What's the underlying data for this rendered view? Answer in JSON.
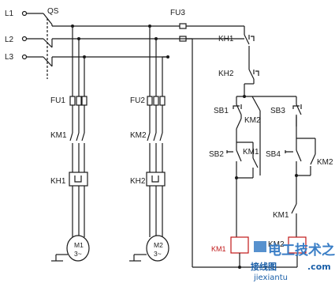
{
  "labels": {
    "L1": "L1",
    "L2": "L2",
    "L3": "L3",
    "QS": "QS",
    "FU3": "FU3",
    "FU1": "FU1",
    "FU2": "FU2",
    "KM1_main": "KM1",
    "KM2_main": "KM2",
    "KH1_main": "KH1",
    "KH2_main": "KH2",
    "M1": "M1",
    "M2": "M2",
    "phase": "3~",
    "KH1_ctl": "KH1",
    "KH2_ctl": "KH2",
    "SB1": "SB1",
    "SB3": "SB3",
    "SB2": "SB2",
    "SB4": "SB4",
    "KM2_nc": "KM2",
    "KM1_no": "KM1",
    "KM2_no": "KM2",
    "KM1_nc": "KM1",
    "KM1_coil": "KM1",
    "KM2_coil": "KM2"
  },
  "watermark": {
    "text": "电工技术之家",
    "sub_left": "接线图",
    "sub_right": ".com",
    "url": "jiexiantu"
  },
  "colors": {
    "wire": "#1a1a1a",
    "red": "#c01818",
    "watermark": "#3a7ec6"
  }
}
